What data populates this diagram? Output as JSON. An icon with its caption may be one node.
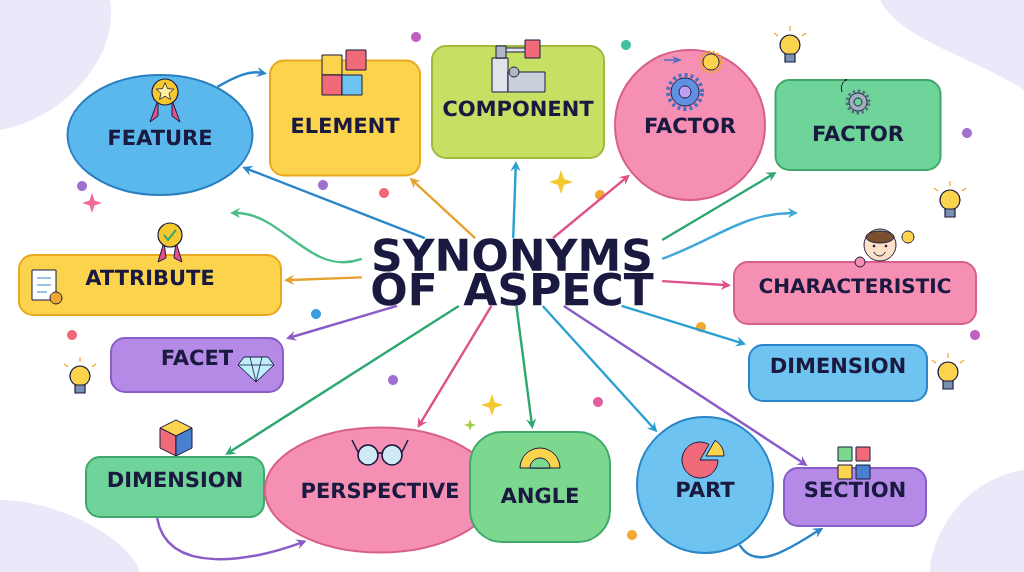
{
  "diagram": {
    "nodes": [
      {
        "text": [
          "SYNONYMS OF ASPECT"
        ]
      },
      {
        "text": [
          "FEATURE"
        ]
      },
      {
        "text": [
          "ELEMENT"
        ]
      },
      {
        "text": [
          "COMPONENT"
        ]
      },
      {
        "text": [
          "FACTOR"
        ]
      },
      {
        "text": [
          "FACTOR"
        ]
      },
      {
        "text": [
          "ATTRIBUTE"
        ]
      },
      {
        "text": [
          "CHARACTERISTIC"
        ]
      },
      {
        "text": [
          "FACET"
        ]
      },
      {
        "text": [
          "DIMENSION"
        ]
      },
      {
        "text": [
          "DIMENSION"
        ]
      },
      {
        "text": [
          "PERSPECTIVE"
        ]
      },
      {
        "text": [
          "ANGLE"
        ]
      },
      {
        "text": [
          "PART"
        ]
      },
      {
        "text": [
          "SECTION"
        ]
      }
    ],
    "edges": [
      {
        "from": 0,
        "to": 1,
        "arrow": "to",
        "color": "#2a86c8"
      },
      {
        "from": 0,
        "to": 2,
        "arrow": "to",
        "color": "#e8a030"
      },
      {
        "from": 0,
        "to": 3,
        "arrow": "to",
        "color": "#2aa0d0"
      },
      {
        "from": 0,
        "to": 4,
        "arrow": "to",
        "color": "#e0508a"
      },
      {
        "from": 0,
        "to": 5,
        "arrow": "to",
        "color": "#2fa870"
      },
      {
        "from": 0,
        "to": 6,
        "arrow": "to",
        "color": "#e8a030"
      },
      {
        "from": 0,
        "to": 7,
        "arrow": "to",
        "color": "#e0508a"
      },
      {
        "from": 0,
        "to": 8,
        "arrow": "to",
        "color": "#8a5cc8"
      },
      {
        "from": 0,
        "to": 9,
        "arrow": "to",
        "color": "#2aa0d0"
      },
      {
        "from": 0,
        "to": 10,
        "arrow": "to",
        "color": "#2fa870"
      },
      {
        "from": 0,
        "to": 11,
        "arrow": "to",
        "color": "#e0508a"
      },
      {
        "from": 0,
        "to": 12,
        "arrow": "to",
        "color": "#2fa870"
      },
      {
        "from": 0,
        "to": 13,
        "arrow": "to",
        "color": "#2aa0d0"
      },
      {
        "from": 0,
        "to": 14,
        "arrow": "to",
        "color": "#8a5cc8"
      },
      {
        "from": 1,
        "to": 2,
        "arrow": "to",
        "color": "#2a86c8"
      },
      {
        "from": 10,
        "to": 11,
        "arrow": "to",
        "color": "#8a5cc8"
      },
      {
        "from": 13,
        "to": 14,
        "arrow": "to",
        "color": "#2a86c8"
      },
      {
        "from": 0,
        "to": null,
        "arrow": "to",
        "color": "#4cbf88"
      },
      {
        "from": 0,
        "to": null,
        "arrow": "to",
        "color": "#40a8d8"
      }
    ]
  }
}
